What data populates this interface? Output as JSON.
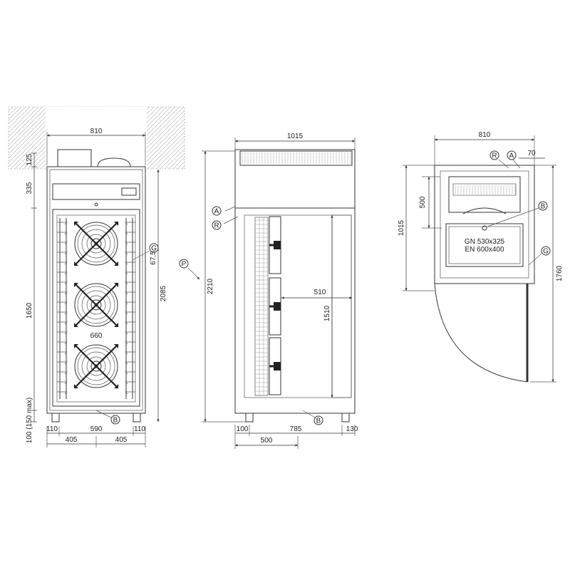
{
  "front_view": {
    "dims": {
      "width_top": "810",
      "d125": "125",
      "d335": "335",
      "d1650": "1650",
      "d100": "100 (150 max)",
      "d2085": "2085",
      "d67": "67,5",
      "d660": "660",
      "b110_left": "110",
      "b590": "590",
      "b110_right": "110",
      "b405_left": "405",
      "b405_right": "405"
    },
    "callouts": {
      "g": "G",
      "b": "B"
    }
  },
  "side_view": {
    "dims": {
      "width_top": "1015",
      "h2210": "2210",
      "d510": "510",
      "d1510": "1510",
      "b100": "100",
      "b785": "785",
      "b130": "130",
      "b500": "500"
    },
    "callouts": {
      "a": "A",
      "r": "R",
      "p": "P",
      "b": "B"
    }
  },
  "top_view": {
    "dims": {
      "width_top": "810",
      "d70": "70",
      "d500": "500",
      "d1015": "1015",
      "d1760": "1760"
    },
    "tray_labels": {
      "gn": "GN 530x325",
      "en": "EN 600x400"
    },
    "callouts": {
      "r": "R",
      "a": "A",
      "b": "B",
      "g": "G"
    }
  }
}
